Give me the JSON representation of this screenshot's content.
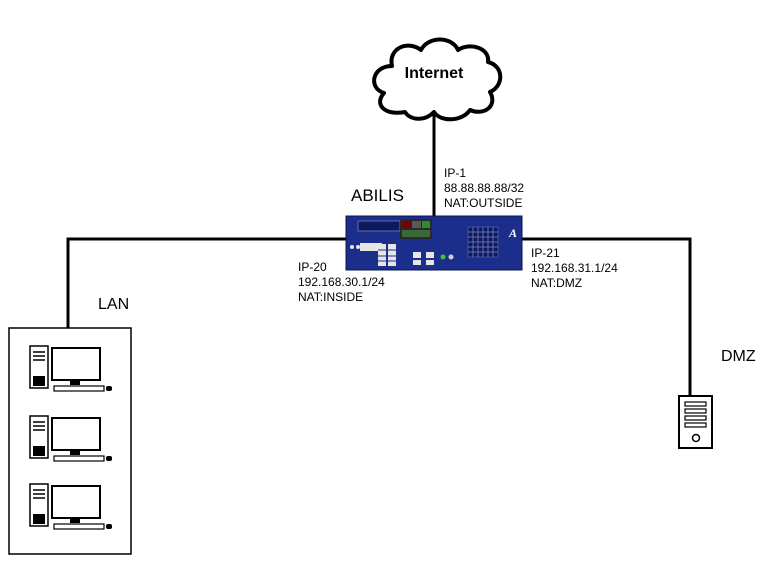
{
  "internet": {
    "label": "Internet"
  },
  "router": {
    "name": "ABILIS",
    "badge": "A",
    "interfaces": {
      "outside": {
        "name": "IP-1",
        "address": "88.88.88.88/32",
        "nat": "NAT:OUTSIDE"
      },
      "inside": {
        "name": "IP-20",
        "address": "192.168.30.1/24",
        "nat": "NAT:INSIDE"
      },
      "dmz": {
        "name": "IP-21",
        "address": "192.168.31.1/24",
        "nat": "NAT:DMZ"
      }
    }
  },
  "lan": {
    "label": "LAN",
    "workstation_count": 3
  },
  "dmz": {
    "label": "DMZ"
  },
  "colors": {
    "router_body": "#1c2e8c",
    "line": "#000000",
    "background": "#ffffff"
  }
}
